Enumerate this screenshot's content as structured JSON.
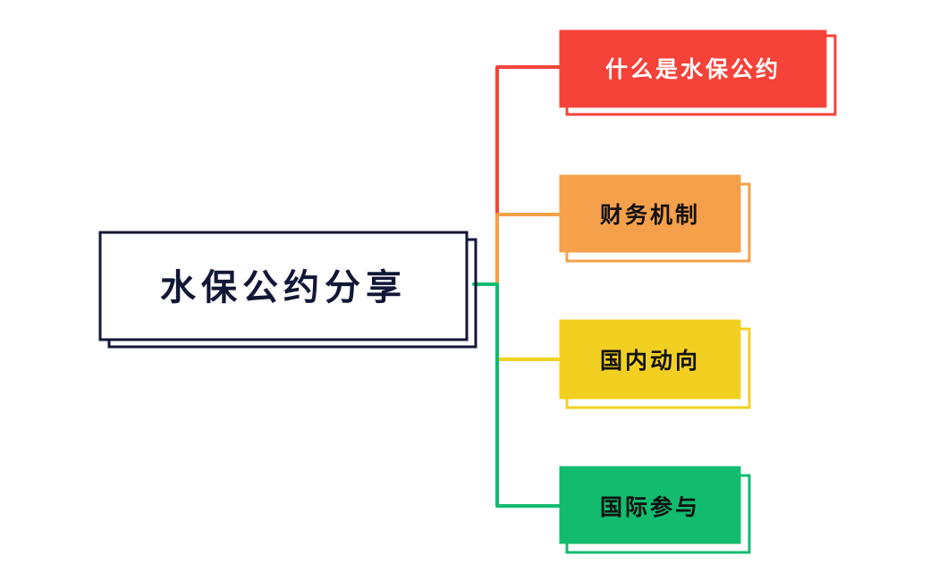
{
  "root": {
    "label": "水保公约分享",
    "border_color": "#131736",
    "fill": "#ffffff"
  },
  "branches": [
    {
      "label": "什么是水保公约",
      "color": "#f5433a",
      "text_color": "#ffffff"
    },
    {
      "label": "财务机制",
      "color": "#f5a04a",
      "text_color": "#111111"
    },
    {
      "label": "国内动向",
      "color": "#f2d021",
      "text_color": "#111111"
    },
    {
      "label": "国际参与",
      "color": "#13bb6f",
      "text_color": "#111111"
    }
  ]
}
